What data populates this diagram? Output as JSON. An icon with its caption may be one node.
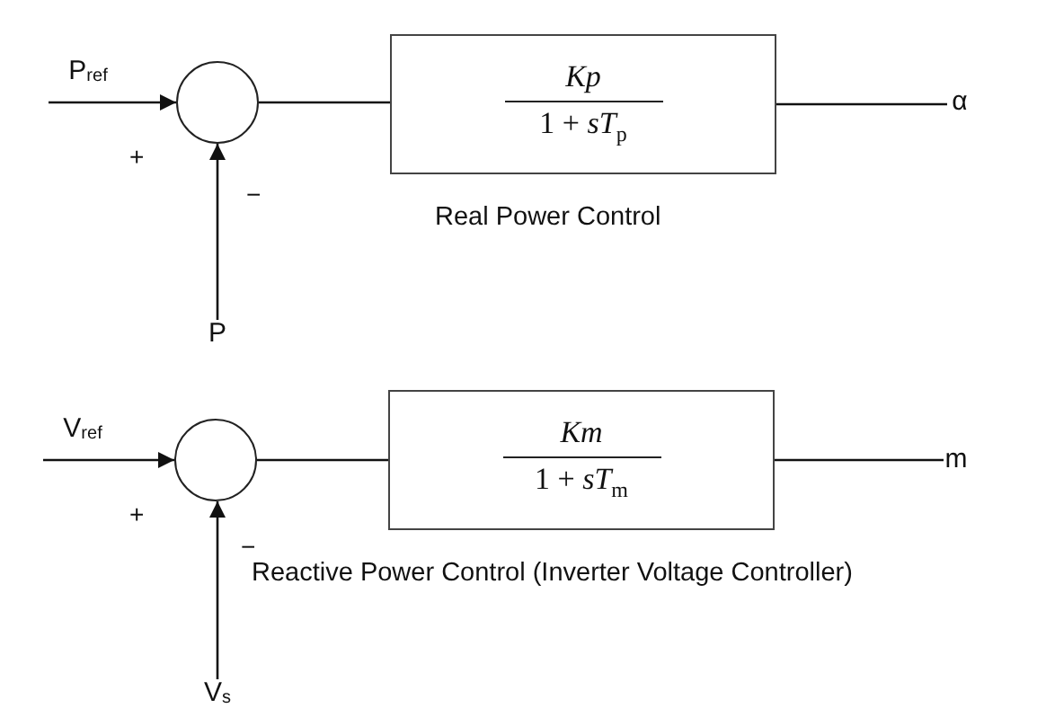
{
  "diagram": {
    "nodes": [
      {
        "text": [
          "P$_{ref}$"
        ]
      },
      {
        "text": [],
        "shape": "circle"
      },
      {
        "text": [
          "Kp",
          "1 + *sT*$_{p}$"
        ],
        "beside": [
          "Real Power Control"
        ]
      },
      {
        "text": [
          "α"
        ]
      },
      {
        "text": [
          "P"
        ]
      },
      {
        "text": [
          "V$_{ref}$"
        ]
      },
      {
        "text": [],
        "shape": "circle"
      },
      {
        "text": [
          "Km",
          "1 + *sT*$_{m}$"
        ],
        "beside": [
          "Reactive Power Control (Inverter Voltage Controller)"
        ]
      },
      {
        "text": [
          "m"
        ]
      },
      {
        "text": [
          "V$_{s}$"
        ]
      }
    ],
    "edges": [
      {
        "from": 0,
        "to": 1,
        "arrow": "to"
      },
      {
        "from": 4,
        "to": 1,
        "arrow": "to"
      },
      {
        "from": 1,
        "to": 2,
        "arrow": "none"
      },
      {
        "from": 2,
        "to": 3,
        "arrow": "none"
      },
      {
        "from": 5,
        "to": 6,
        "arrow": "to"
      },
      {
        "from": 9,
        "to": 6,
        "arrow": "to"
      },
      {
        "from": 6,
        "to": 7,
        "arrow": "none"
      },
      {
        "from": 7,
        "to": 8,
        "arrow": "none"
      }
    ],
    "labels": [
      "+",
      "−",
      "+",
      "−"
    ]
  }
}
